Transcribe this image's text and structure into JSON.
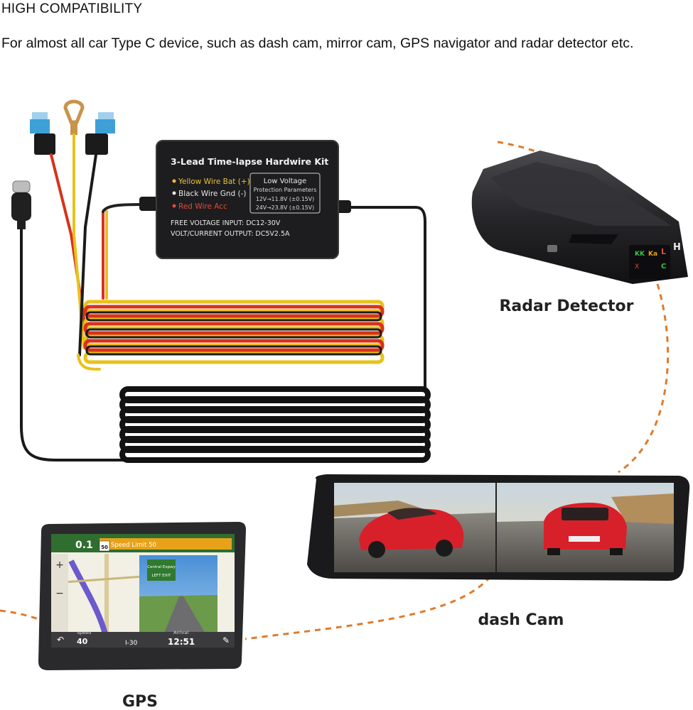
{
  "heading": "HIGH COMPATIBILITY",
  "description": "For almost all car Type C device, such as dash cam, mirror cam, GPS navigator and radar detector etc.",
  "kit": {
    "title": "3-Lead Time-lapse Hardwire Kit",
    "wire_yellow": "Yellow Wire Bat (+)",
    "wire_black": "Black Wire Gnd (-)",
    "wire_red": "Red Wire Acc",
    "lv_title": "Low Voltage",
    "lv_subtitle": "Protection Parameters",
    "lv_12v": "12V→11.8V (±0.15V)",
    "lv_24v": "24V→23.8V (±0.15V)",
    "input": "FREE VOLTAGE INPUT: DC12-30V",
    "output": "VOLT/CURRENT OUTPUT: DC5V2.5A"
  },
  "devices": {
    "radar_label": "Radar Detector",
    "dashcam_label": "dash Cam",
    "gps_label": "GPS"
  },
  "gps_screen": {
    "distance": "0.1",
    "speed_limit": "Speed Limit 50",
    "limit_value": "50",
    "sign_top": "Central Expwy",
    "sign_bottom": "LEFT EXIT",
    "speed_label": "Speed",
    "speed": "40",
    "road": "I-30",
    "arrival_label": "Arrival",
    "arrival": "12:51"
  },
  "colors": {
    "yellow_wire": "#e8c21a",
    "red_wire": "#d8321c",
    "orange_dashed": "#e07a2a",
    "device_black": "#1d1d1f"
  }
}
